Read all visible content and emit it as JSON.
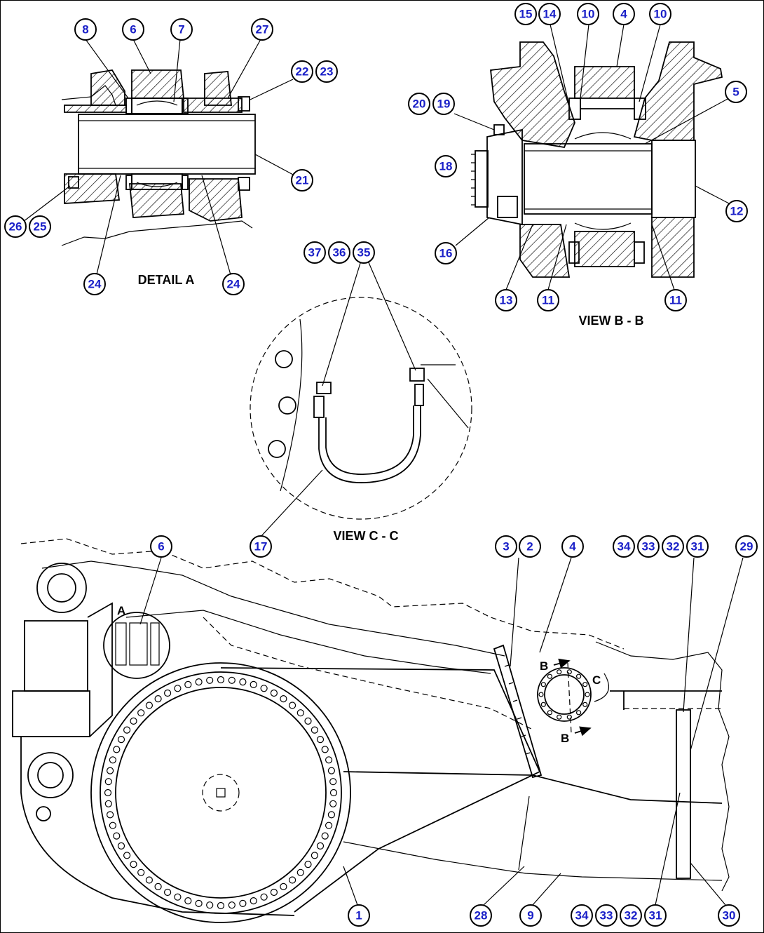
{
  "captions": {
    "detail_a": "DETAIL A",
    "view_bb": "VIEW B - B",
    "view_cc": "VIEW C - C"
  },
  "view_letters": {
    "a": "A",
    "b_top": "B",
    "b_bottom": "B",
    "c": "C"
  },
  "callouts": {
    "detail_a": [
      "8",
      "6",
      "7",
      "27",
      "22",
      "23",
      "21",
      "26",
      "25",
      "24",
      "24"
    ],
    "view_bb": [
      "15",
      "14",
      "10",
      "4",
      "10",
      "5",
      "20",
      "19",
      "18",
      "12",
      "16",
      "13",
      "11",
      "11"
    ],
    "view_cc": [
      "37",
      "36",
      "35",
      "17"
    ],
    "main": [
      "6",
      "3",
      "2",
      "4",
      "34",
      "33",
      "32",
      "31",
      "29",
      "1",
      "28",
      "9",
      "34",
      "33",
      "32",
      "31",
      "30"
    ]
  },
  "colors": {
    "callout_text": "#1a20c8",
    "line": "#000000",
    "background": "#ffffff"
  }
}
